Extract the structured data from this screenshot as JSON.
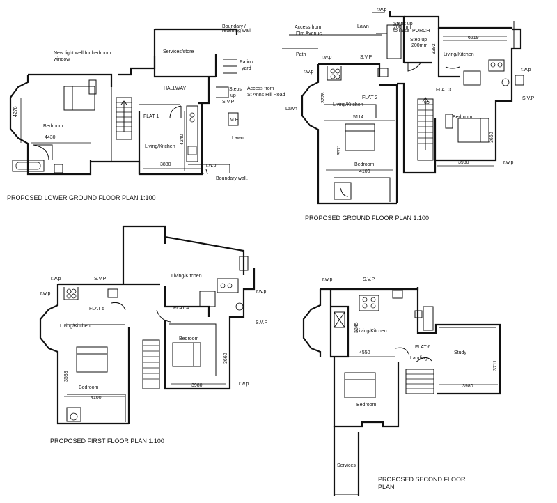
{
  "plans": {
    "lower": {
      "title": "PROPOSED LOWER GROUND FLOOR PLAN  1:100",
      "lightwell": "New light well  for bedroom",
      "lightwell2": "window",
      "services": "Services/store",
      "boundary_small": "Boundary /",
      "boundary_small2": "retaining wall",
      "patio": "Patio /",
      "patio2": "yard",
      "hallway": "HALLWAY",
      "steps": "Steps",
      "steps2": "up",
      "svp": "S.V.P",
      "access": "Access from",
      "access2": "St Anns Hill Road",
      "flat": "FLAT 1",
      "bedroom": "Bedroom",
      "dim_4278": "4278",
      "dim_4430": "4430",
      "living": "Living/Kitchen",
      "dim_4240": "4240",
      "dim_3880": "3880",
      "mh": "M.H",
      "lawn": "Lawn",
      "rwp": "r.w.p",
      "boundary_wall": "Boundary wall."
    },
    "ground": {
      "title": "PROPOSED GROUND FLOOR PLAN  1:100",
      "rwp_top": "r.w.p",
      "lawn_top": "Lawn",
      "access": "Access from",
      "access2": "Elm Avenue",
      "steps_note": "Steps up",
      "steps_note2": "200 mm",
      "steps_note3": "to raise",
      "porch": "PORCH",
      "step_up": "Step up",
      "step_up2": "200mm",
      "dim_3392": "3392",
      "dim_6219": "6219",
      "path": "Path",
      "rwp": "r.w.p",
      "svp": "S.V.P",
      "rwp_left": "r.w.p",
      "living_top": "Living/Kitchen",
      "rwp_right": "r.w.p",
      "flat2": "FLAT 2",
      "dim_3228": "3228",
      "living2": "Living/Kitchen",
      "flat3": "FLAT 3",
      "svp_right": "S.V.P",
      "lawn_left": "Lawn",
      "dim_5114": "5114",
      "up": "up",
      "bedroom3": "Bedroom",
      "dim_3571": "3571",
      "dim_3660": "3660",
      "bedroom2": "Bedroom",
      "dim_4100": "4100",
      "dim_3980": "3980",
      "rwp_bottom": "r.w.p"
    },
    "first": {
      "title": "PROPOSED FIRST FLOOR PLAN  1:100",
      "living_top": "Living/Kitchen",
      "rwp": "r.w.p",
      "svp": "S.V.P",
      "rwp_left": "r.w.p",
      "flat5": "FLAT 5",
      "flat4": "FLAT 4",
      "rwp_right": "r.w.p",
      "svp_right": "S.V.P",
      "living": "Living/Kitchen",
      "bedroom4": "Bedroom",
      "dim_3660": "3660",
      "dim_3533": "3533",
      "bedroom5": "Bedroom",
      "dim_4100": "4100",
      "dim_3980": "3980",
      "rwp_bottom": "r.w.p"
    },
    "second": {
      "title": "PROPOSED SECOND FLOOR",
      "title2": "PLAN",
      "rwp": "r.w.p",
      "svp": "S.V.P",
      "dim_3845": "3845",
      "living": "Living/Kitchen",
      "flat6": "FLAT 6",
      "dim_4550": "4550",
      "landing": "Landing",
      "study": "Study",
      "dim_3711": "3711",
      "bedroom": "Bedroom",
      "dim_3980": "3980",
      "services": "Services"
    }
  }
}
